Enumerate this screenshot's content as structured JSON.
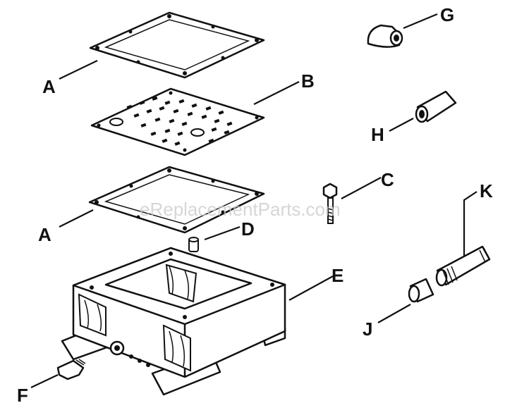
{
  "watermark": "eReplacementParts.com",
  "callouts": {
    "a_top": "A",
    "a_bottom": "A",
    "b": "B",
    "c": "C",
    "d": "D",
    "e": "E",
    "f": "F",
    "g": "G",
    "h": "H",
    "j": "J",
    "k": "K"
  }
}
